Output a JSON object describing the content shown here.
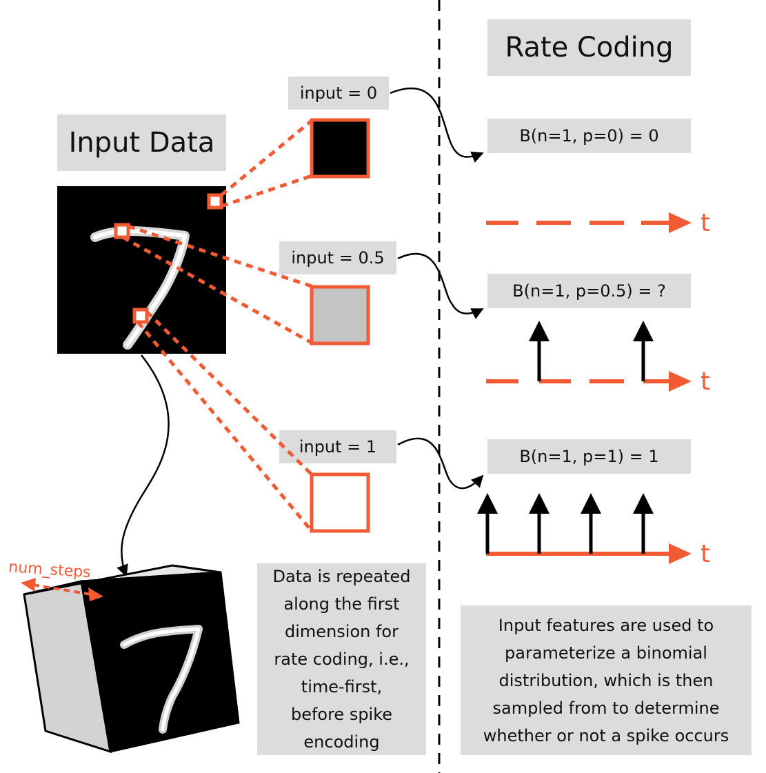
{
  "input_title": "Input Data",
  "rate_title": "Rate Coding",
  "inputs": [
    {
      "label": "input = 0",
      "formula": "B(n=1, p=0) = 0",
      "shade": "#000000"
    },
    {
      "label": "input = 0.5",
      "formula": "B(n=1, p=0.5) = ?",
      "shade": "#c4c4c4"
    },
    {
      "label": "input = 1",
      "formula": "B(n=1, p=1) = 1",
      "shade": "#ffffff"
    }
  ],
  "time_label": "t",
  "num_steps_label": "num_steps",
  "left_note": [
    "Data is repeated",
    "along the first",
    "dimension for",
    "rate coding, i.e.,",
    "time-first,",
    "before spike",
    "encoding"
  ],
  "right_note": [
    "Input features are used to",
    "parameterize a binomial",
    "distribution, which is then",
    "sampled from to determine",
    "whether or not a spike occurs"
  ],
  "colors": {
    "accent": "#f25a33",
    "box_gray": "#dcdcdc",
    "text": "#111111"
  }
}
